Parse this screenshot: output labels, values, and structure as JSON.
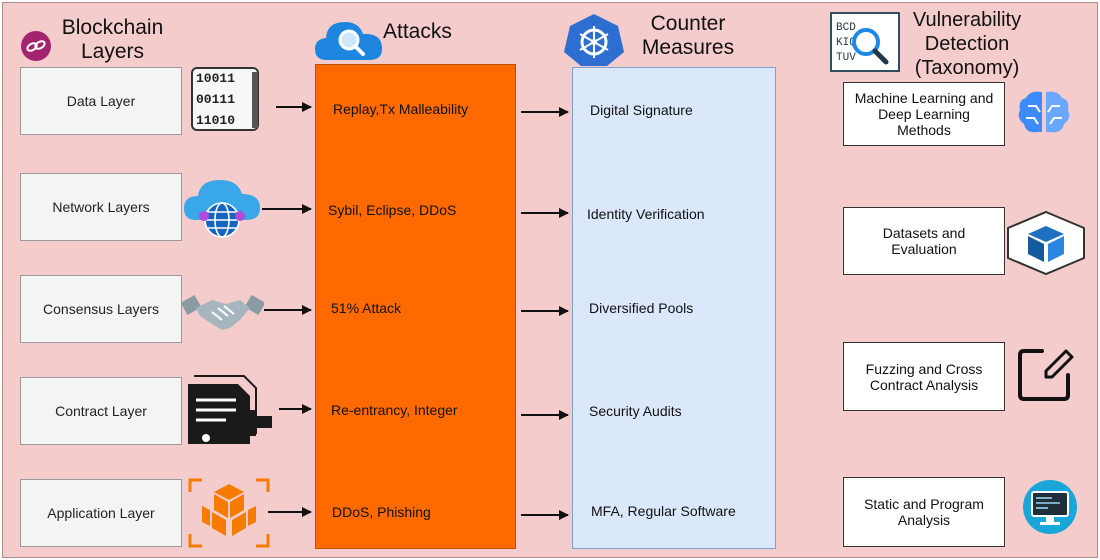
{
  "headers": {
    "layers": [
      "Blockchain",
      "Layers"
    ],
    "attacks": "Attacks",
    "counter": [
      "Counter",
      "Measures"
    ],
    "vuln": [
      "Vulnerability",
      "Detection",
      "(Taxonomy)"
    ]
  },
  "layers": [
    "Data Layer",
    "Network Layers",
    "Consensus Layers",
    "Contract Layer",
    "Application Layer"
  ],
  "attacks": [
    "Replay,Tx Malleability",
    "Sybil, Eclipse, DDoS",
    "51% Attack",
    "Re-entrancy, Integer",
    "DDoS, Phishing"
  ],
  "countermeasures": [
    "Digital Signature",
    "Identity Verification",
    "Diversified Pools",
    "Security Audits",
    "MFA, Regular Software"
  ],
  "detection": [
    "Machine Learning and Deep Learning Methods",
    "Datasets and Evaluation",
    "Fuzzing and Cross Contract Analysis",
    "Static and Program Analysis"
  ],
  "binary_icon": [
    "10011",
    "00111",
    "11010"
  ],
  "magnifier_letters": [
    "BCD",
    "KIQ",
    "TUV"
  ],
  "icons": {
    "layers": "chain-link-icon",
    "attacks": "cloud-search-icon",
    "counter": "kubernetes-wheel-icon",
    "vuln": "magnifier-letters-icon",
    "data": "binary-icon",
    "network": "cloud-globe-icon",
    "consensus": "handshake-icon",
    "contract": "document-certificate-icon",
    "application": "cubes-icon",
    "ml": "brain-icon",
    "datasets": "cube-icon",
    "fuzzing": "edit-icon",
    "static": "monitor-icon"
  },
  "colors": {
    "background": "#f5cccc",
    "attacks": "#ff6a00",
    "counter": "#dbe8fb",
    "accent_blue": "#1e88e5",
    "application_icon": "#f57c00"
  }
}
